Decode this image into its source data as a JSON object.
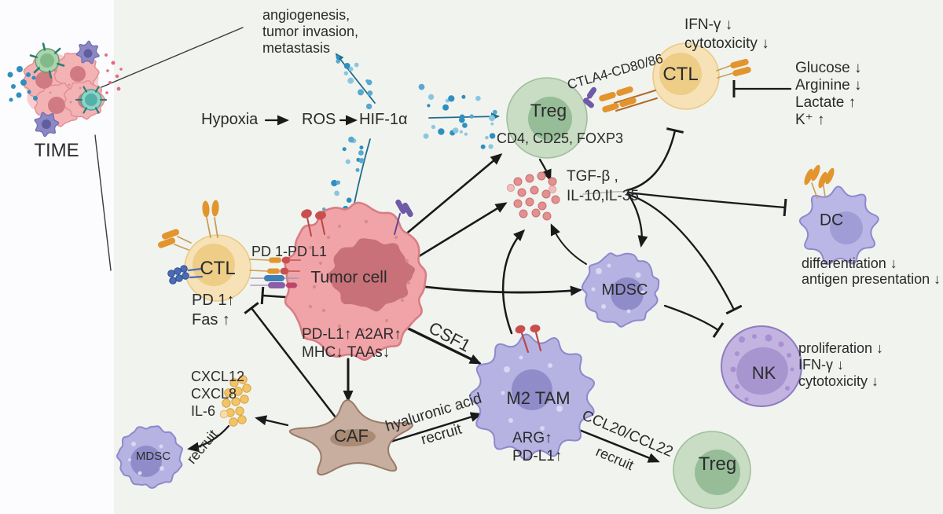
{
  "colors": {
    "background": "#f1f3ef",
    "side_panel": "#fcfcfe",
    "text": "#2b2b2b",
    "arrow": "#1a1a1a",
    "teal_arrow": "#1d6e8e",
    "treg_outer": "#c9dcc4",
    "treg_inner": "#96bd98",
    "ctl_outer": "#f6e2b6",
    "ctl_inner": "#eecd87",
    "tumor_body": "#f1a4a8",
    "tumor_stroke": "#d87e84",
    "tumor_nucleus": "#c87179",
    "immune_body": "#b6b3e2",
    "immune_stroke": "#8d89cc",
    "immune_nucleus": "#908cc9",
    "nk_body": "#c3b3e1",
    "nk_nucleus": "#a795cf",
    "caf_body": "#c7ae9f",
    "caf_stroke": "#9b7a67",
    "caf_nucleus": "#a98a74",
    "orange_receptor": "#e2952d",
    "red_receptor": "#c94f4f",
    "purple_receptor": "#6f5aa8",
    "blue_dot": "#2e8fc0",
    "pink_dot": "#e29090",
    "yellow_dot": "#f2c468"
  },
  "time_panel": {
    "label": "TIME"
  },
  "pathway": {
    "outcome_line1": "angiogenesis,",
    "outcome_line2": "tumor invasion,",
    "outcome_line3": "metastasis",
    "hypoxia": "Hypoxia",
    "ros": "ROS",
    "hif1a": "HIF-1α"
  },
  "cells": {
    "treg_top": {
      "label": "Treg",
      "markers": "CD4, CD25,  FOXP3"
    },
    "ctl_top": {
      "label": "CTL",
      "effect1": "IFN-γ ↓",
      "effect2": "cytotoxicity ↓"
    },
    "tumor": {
      "label": "Tumor cell",
      "markers1": "PD-L1↑ A2AR↑",
      "markers2": "MHC↓  TAAs↓"
    },
    "ctl_left": {
      "label": "CTL",
      "effect1": "PD 1↑",
      "effect2": "Fas ↑"
    },
    "mdsc": {
      "label": "MDSC"
    },
    "mdsc_small": {
      "label": "MDSC"
    },
    "m2_tam": {
      "label": "M2 TAM",
      "markers1": "ARG↑",
      "markers2": "PD-L1↑"
    },
    "dc": {
      "label": "DC",
      "effect1": "differentiation ↓",
      "effect2": "antigen presentation ↓"
    },
    "nk": {
      "label": "NK",
      "effect1": "proliferation ↓",
      "effect2": "IFN-γ ↓",
      "effect3": "cytotoxicity ↓"
    },
    "caf": {
      "label": "CAF"
    },
    "treg_bottom": {
      "label": "Treg"
    }
  },
  "molecules": {
    "ctla4_cd80": "CTLA4-CD80/86",
    "pd1_pdl1": "PD 1-PD L1",
    "metabolite1": "Glucose ↓",
    "metabolite2": "Arginine ↓",
    "metabolite3": "Lactate ↑",
    "metabolite4": "K⁺ ↑",
    "cytokine_line1": "TGF-β ,",
    "cytokine_line2": "IL-10,IL-35",
    "chemokine1": "CXCL12",
    "chemokine2": "CXCL8",
    "chemokine3": "IL-6",
    "csf1": "CSF1",
    "hyaluronic_acid": "hyaluronic acid",
    "ccl20_ccl22": "CCL20/CCL22"
  },
  "actions": {
    "recruit_mdsc": "recruit",
    "recruit_tam": "recruit",
    "recruit_treg": "recruit"
  }
}
